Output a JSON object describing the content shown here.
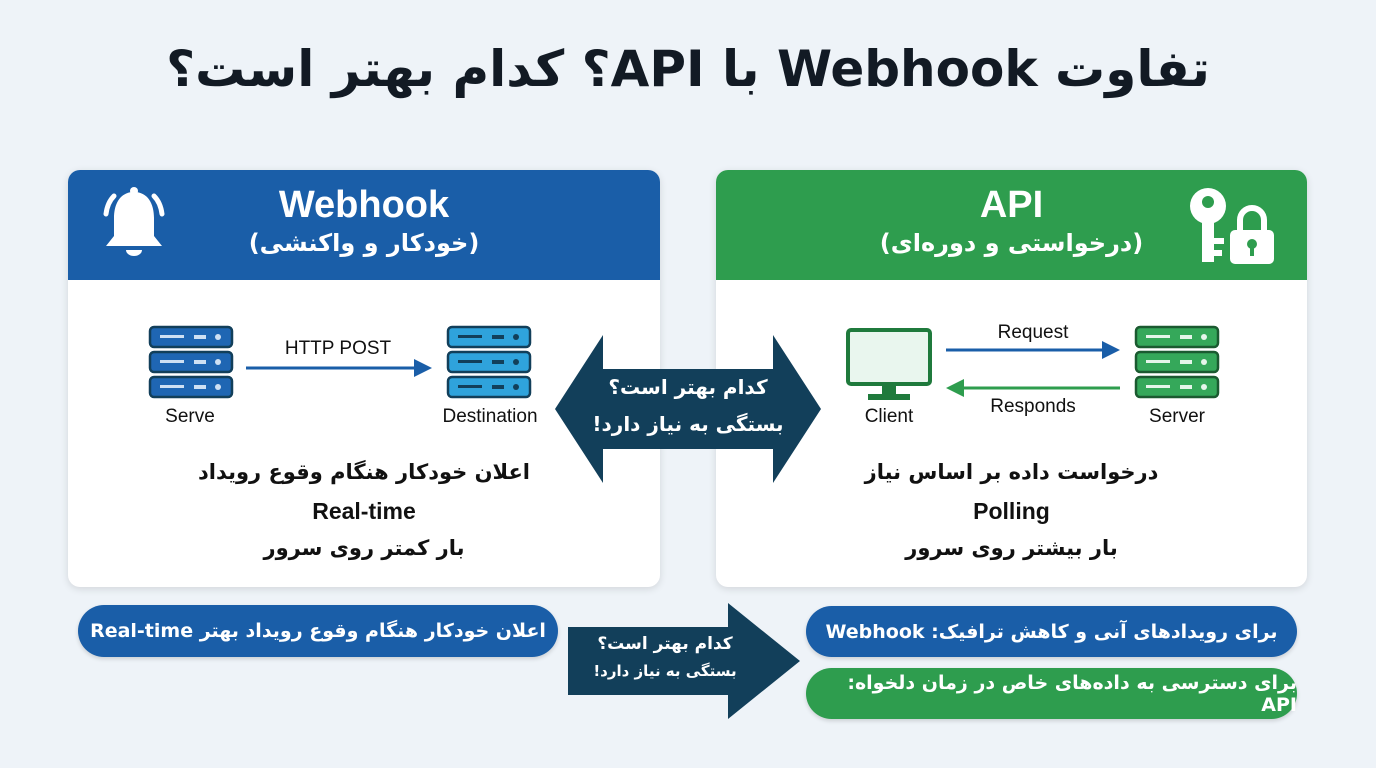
{
  "title": "تفاوت Webhook با API؟ کدام بهتر است؟",
  "colors": {
    "webhook": "#1a5ea8",
    "api": "#2e9d4e",
    "arrow": "#123f5a",
    "background": "#eef3f8"
  },
  "webhook": {
    "icon": "bell-icon",
    "title": "Webhook",
    "subtitle": "(خودکار و واکنشی)",
    "source_label": "Serve",
    "arrow_label": "HTTP POST",
    "dest_label": "Destination",
    "lines": [
      "اعلان خودکار هنگام وقوع رویداد",
      "Real-time",
      "بار کمتر روی سرور"
    ]
  },
  "api": {
    "icons": [
      "key-icon",
      "lock-icon"
    ],
    "title": "API",
    "subtitle": "(درخواستی و دوره‌ای)",
    "client_label": "Client",
    "request_label": "Request",
    "responds_label": "Responds",
    "server_label": "Server",
    "lines": [
      "درخواست داده بر اساس نیاز",
      "Polling",
      "بار بیشتر روی سرور"
    ]
  },
  "center_arrow": {
    "line1": "کدام بهتر است؟",
    "line2": "بستگی به نیاز دارد!"
  },
  "bottom": {
    "left_pill": "اعلان خودکار هنگام وقوع رویداد بهتر Real-time",
    "arrow_line1": "کدام بهتر است؟",
    "arrow_line2": "بستگی به نیاز دارد!",
    "webhook_pill": "برای رویدادهای آنی و کاهش ترافیک: Webhook",
    "api_pill": "برای دسترسی به داده‌های خاص در زمان دلخواه: API"
  }
}
